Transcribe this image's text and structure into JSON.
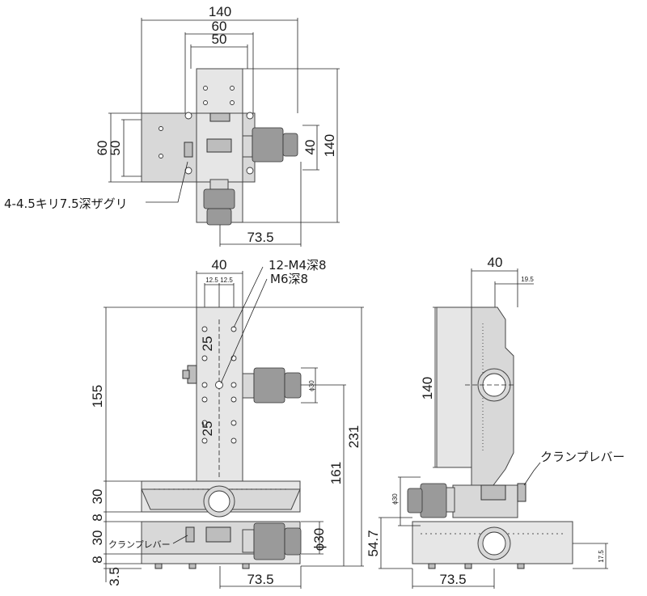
{
  "top_view": {
    "dims": {
      "w140": "140",
      "w60": "60",
      "w50": "50",
      "h60": "60",
      "h50": "50",
      "h40": "40",
      "h140": "140",
      "w73_5": "73.5"
    },
    "note_counterbore": "4-4.5キリ7.5深ザグリ"
  },
  "front_view": {
    "dims": {
      "w40": "40",
      "p12_5a": "12.5",
      "p12_5b": "12.5",
      "d25a": "25",
      "d25b": "25",
      "h155": "155",
      "h231": "231",
      "h161": "161",
      "s30a": "30",
      "s8a": "8",
      "s30b": "30",
      "s8b": "8",
      "s3_5": "3.5",
      "phi30": "ϕ30",
      "phi30_small": "ϕ30",
      "w73_5": "73.5"
    },
    "note_tap": "12-M4深8",
    "note_m6": "M6深8",
    "note_clamp": "クランプレバー"
  },
  "side_view": {
    "dims": {
      "w40": "40",
      "w19_5": "19.5",
      "h140": "140",
      "phi30": "ϕ30",
      "h54_7": "54.7",
      "w73_5": "73.5",
      "h17_5": "17.5"
    },
    "note_clamp": "クランプレバー"
  }
}
